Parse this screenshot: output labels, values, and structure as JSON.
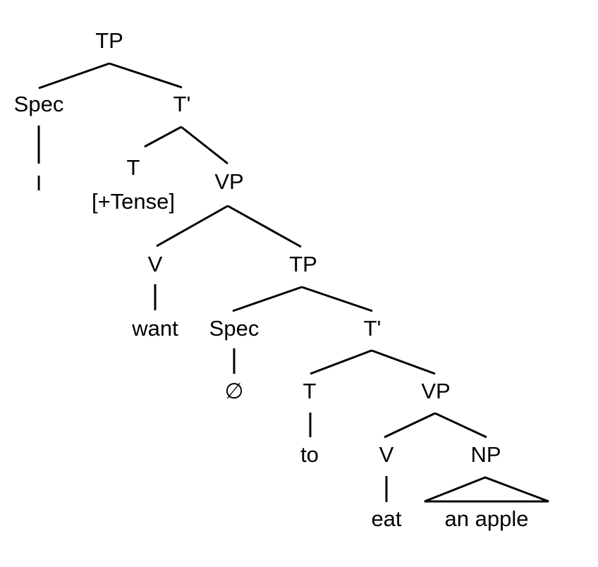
{
  "tree": {
    "root_tp": "TP",
    "spec_1": "Spec",
    "pronoun_i": "I",
    "tbar_1": "T'",
    "t_1": "T",
    "tense_feature": "[+Tense]",
    "vp_1": "VP",
    "v_1": "V",
    "word_want": "want",
    "tp_2": "TP",
    "spec_2": "Spec",
    "null_subject": "∅",
    "tbar_2": "T'",
    "t_2": "T",
    "word_to": "to",
    "vp_2": "VP",
    "v_2": "V",
    "word_eat": "eat",
    "np": "NP",
    "phrase_an_apple": "an apple"
  }
}
